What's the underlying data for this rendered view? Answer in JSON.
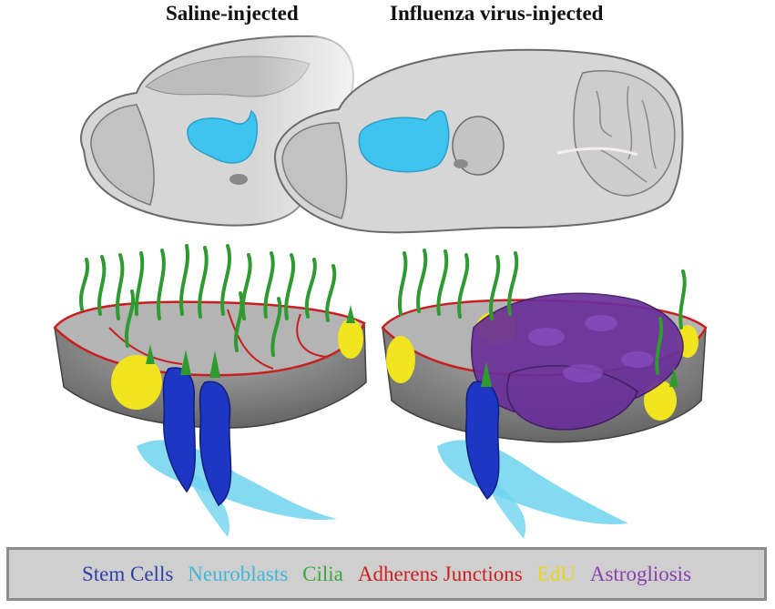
{
  "titles": {
    "left": "Saline-injected",
    "right": "Influenza virus-injected"
  },
  "legend": [
    {
      "label": "Stem Cells",
      "color": "#2f3fa8"
    },
    {
      "label": "Neuroblasts",
      "color": "#3fb6d8"
    },
    {
      "label": "Cilia",
      "color": "#3aa83a"
    },
    {
      "label": "Adherens Junctions",
      "color": "#cc1f1f"
    },
    {
      "label": "EdU",
      "color": "#e8d51a"
    },
    {
      "label": "Astrogliosis",
      "color": "#8a3fae"
    }
  ],
  "colors": {
    "brain_outline": "#6f6f6f",
    "brain_fill": "#d9d9d9",
    "ventricle": "#3fc4f0",
    "tissue": "#9a9a9a",
    "stem_cell": "#1d36c4",
    "neuroblast": "#6fd3ef",
    "cilia": "#2f9a2f",
    "junction": "#c81e1e",
    "edu": "#f0e51e",
    "astro": "#6a2f9a"
  }
}
